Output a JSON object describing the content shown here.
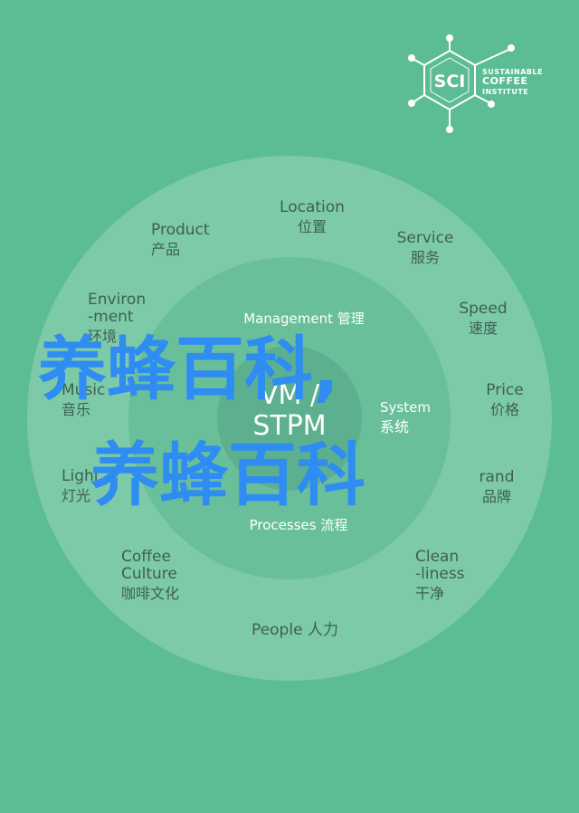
{
  "colors": {
    "background": "#5cbc94",
    "outer_ring": "#7ccaa8",
    "middle_ring": "#6abf9b",
    "center_disc": "#5cb08f",
    "label_text": "#3f5f52",
    "overlay_text": "#2f8cf2"
  },
  "logo": {
    "icon": "hexagon-badge-icon",
    "monogram": "SCI",
    "line1": "SUSTAINABLE",
    "line2": "COFFEE",
    "line3": "INSTITUTE"
  },
  "outer_labels": {
    "location": {
      "en": "Location",
      "cn": "位置"
    },
    "service": {
      "en": "Service",
      "cn": "服务"
    },
    "speed": {
      "en": "Speed",
      "cn": "速度"
    },
    "price": {
      "en": "Price",
      "cn": "价格"
    },
    "brand": {
      "en": "rand",
      "cn": "品牌"
    },
    "cleanliness": {
      "en1": "Clean",
      "en2": "-liness",
      "cn": "干净"
    },
    "people": {
      "en": "People",
      "cn": "人力"
    },
    "coffee_culture": {
      "en1": "Coffee",
      "en2": "Culture",
      "cn": "咖啡文化"
    },
    "lighting": {
      "en": "Lighi",
      "cn": "灯光"
    },
    "music": {
      "en": "Music",
      "cn": "音乐"
    },
    "environment": {
      "en1": "Environ",
      "en2": "-ment",
      "cn": "环境"
    },
    "product": {
      "en": "Product",
      "cn": "产品"
    }
  },
  "inner_labels": {
    "management": "Management 管理",
    "system": {
      "en": "System",
      "cn": "系统"
    },
    "processes": "Processes 流程"
  },
  "center": {
    "line1": "VM /",
    "line2": "STPM"
  },
  "overlay": {
    "line1": "养蜂百科,",
    "line2": "养蜂百科"
  }
}
